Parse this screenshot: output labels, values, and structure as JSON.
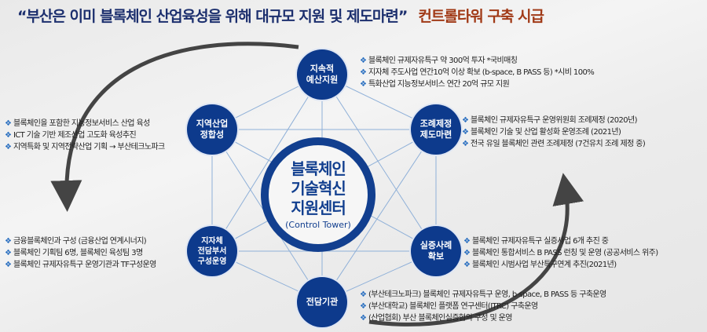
{
  "title": {
    "quote": "“부산은 이미 블록체인 산업육성을 위해 대규모 지원 및 제도마련”",
    "highlight": "컨트롤타워 구축 시급"
  },
  "center": {
    "line1": "블록체인",
    "line2": "기술혁신",
    "line3": "지원센터",
    "sub": "(Control Tower)"
  },
  "nodes": {
    "top": "지속적\n예산지원",
    "upper_right": "조례제정\n제도마련",
    "lower_right": "실증사례\n확보",
    "bottom": "전담기관",
    "lower_left": "지자체\n전담부서\n구성운영",
    "upper_left": "지역산업\n정합성"
  },
  "lists": {
    "top": [
      "블록체인 규제자유특구 약 300억 투자 *국비매칭",
      "지자체 주도사업 연간10억 이상 확보 (b-space, B PASS 등) *시비 100%",
      "특화산업 지능정보서비스 연간 20억 규모 지원"
    ],
    "upper_right": [
      "블록체인 규제자유특구 운영위원회 조례제정 (2020년)",
      "블록체인 기술 및 산업 활성화 운영조례 (2021년)",
      "전국 유일 블록체인 관련 조례제정 (7건유치 조례 제정 중)"
    ],
    "upper_left": [
      "블록체인을 포함한 지능정보서비스 산업 육성",
      "ICT 기술 기반 제조산업 고도화 육성추진",
      "지역특화 및 지역전략산업 기획 → 부산테크노파크"
    ],
    "lower_left": [
      "금융블록체인과 구성 (금융산업 연계시너지)",
      "블록체인 기획팀 6명, 블록체인 육성팀 3명",
      "블록체인 규제자유특구 운영기관과 TF구성운영"
    ],
    "lower_right": [
      "블록체인 규제자유특구 실증사업 6개 추진 중",
      "블록체인 통합서비스 B PASS 런칭 및 운영 (공공서비스 위주)",
      "블록체인 시범사업 부산특구연계 추진(2021년)"
    ],
    "bottom": [
      "(부산테크노파크) 블록체인 규제자유특구 운영, b-space, B PASS 등 구축운영",
      "(부산대학교) 블록체인 플랫폼 연구센터(ITRC) 구축운영",
      "(산업협회) 부산 블록체인실증협의 구성 및 운영"
    ]
  },
  "colors": {
    "navy": "#0d3a8c",
    "accent": "#a13a17"
  }
}
